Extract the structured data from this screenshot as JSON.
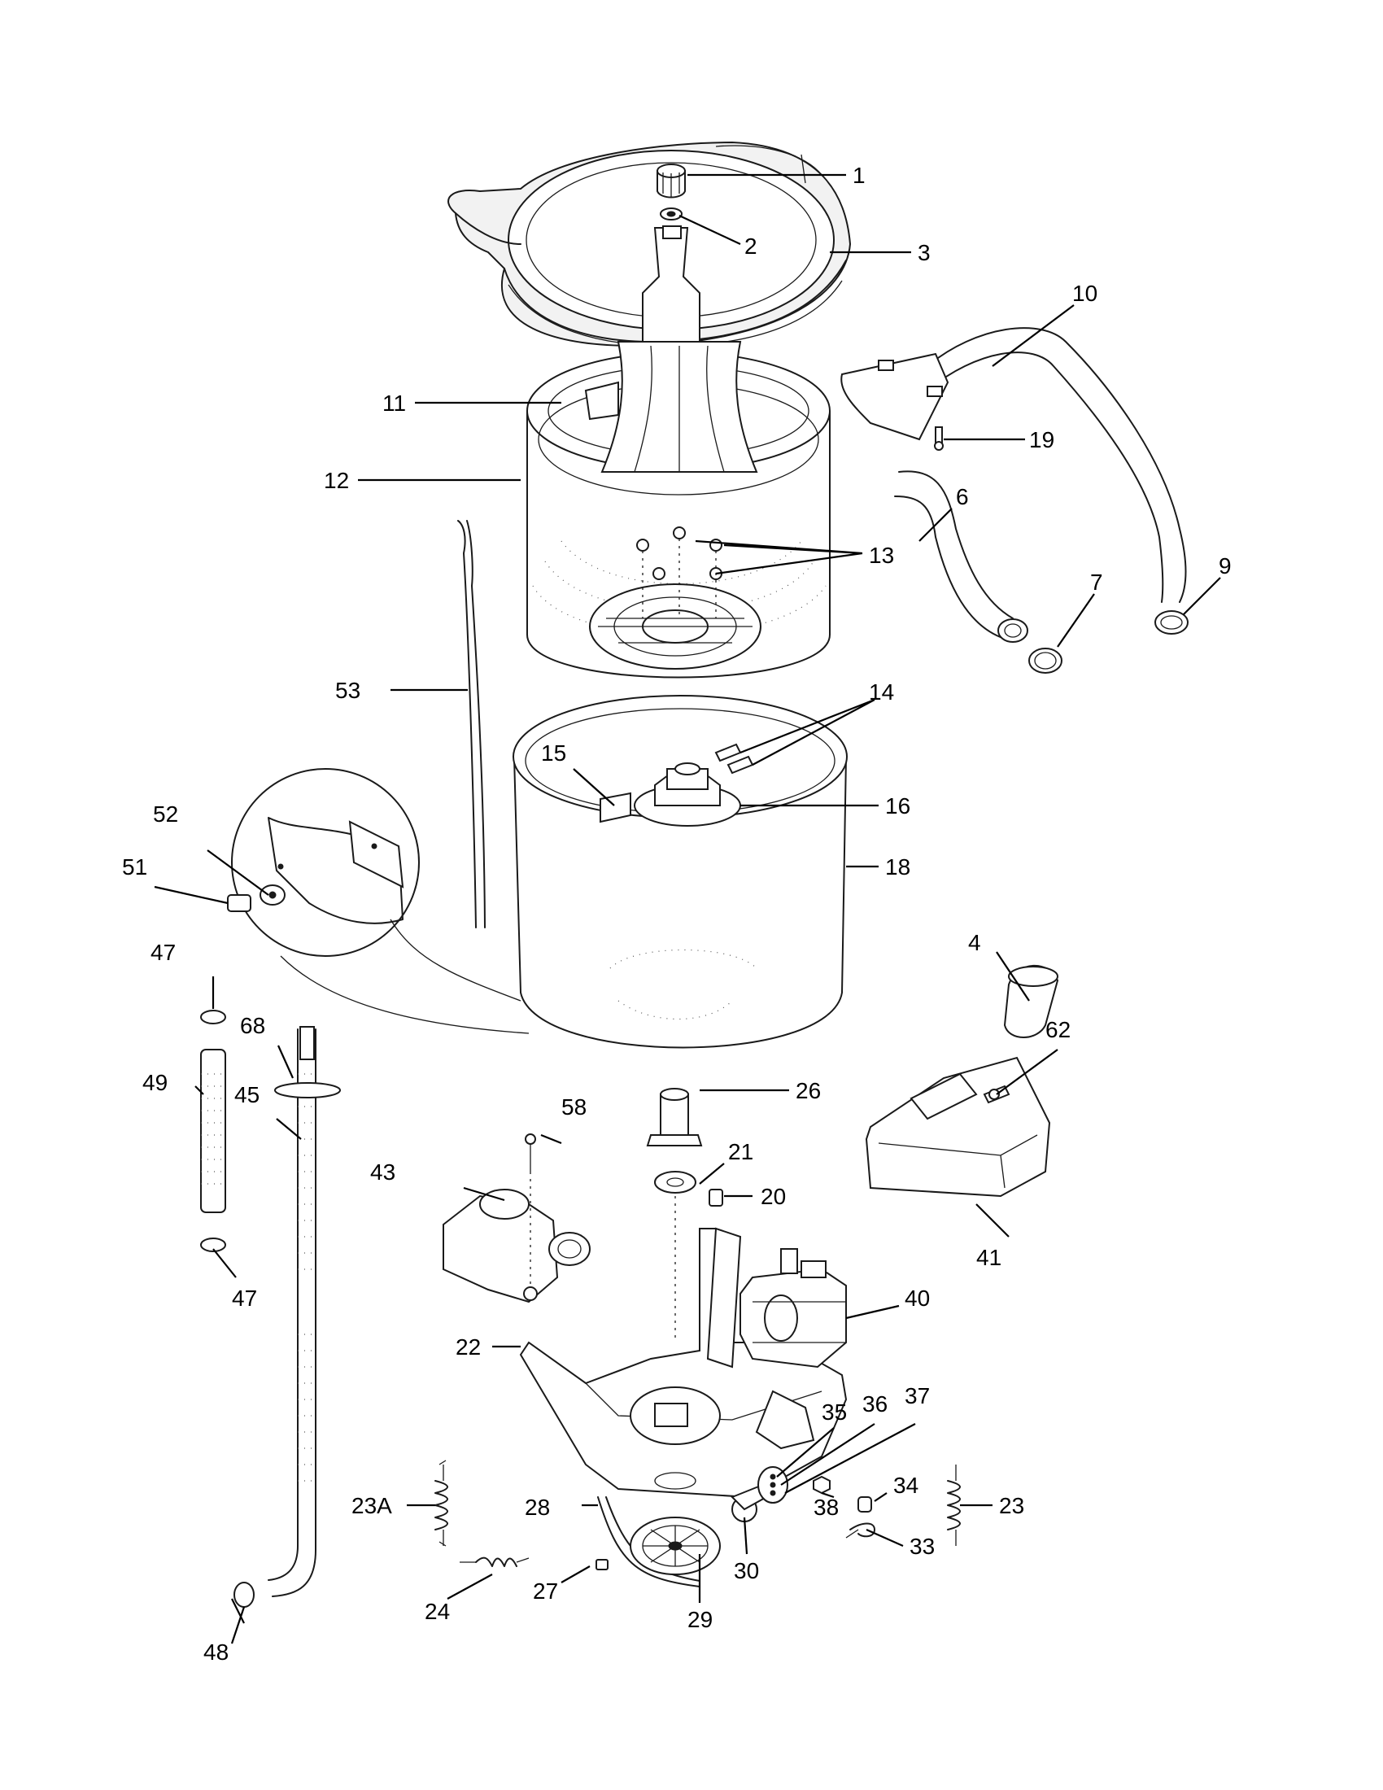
{
  "callouts": [
    {
      "id": "1",
      "label": "1"
    },
    {
      "id": "2",
      "label": "2"
    },
    {
      "id": "3",
      "label": "3"
    },
    {
      "id": "4",
      "label": "4"
    },
    {
      "id": "6",
      "label": "6"
    },
    {
      "id": "7",
      "label": "7"
    },
    {
      "id": "9",
      "label": "9"
    },
    {
      "id": "10",
      "label": "10"
    },
    {
      "id": "11",
      "label": "11"
    },
    {
      "id": "12",
      "label": "12"
    },
    {
      "id": "13",
      "label": "13"
    },
    {
      "id": "14",
      "label": "14"
    },
    {
      "id": "15",
      "label": "15"
    },
    {
      "id": "16",
      "label": "16"
    },
    {
      "id": "18",
      "label": "18"
    },
    {
      "id": "19",
      "label": "19"
    },
    {
      "id": "20",
      "label": "20"
    },
    {
      "id": "21",
      "label": "21"
    },
    {
      "id": "22",
      "label": "22"
    },
    {
      "id": "23",
      "label": "23"
    },
    {
      "id": "23A",
      "label": "23A"
    },
    {
      "id": "24",
      "label": "24"
    },
    {
      "id": "26",
      "label": "26"
    },
    {
      "id": "27",
      "label": "27"
    },
    {
      "id": "28",
      "label": "28"
    },
    {
      "id": "29",
      "label": "29"
    },
    {
      "id": "30",
      "label": "30"
    },
    {
      "id": "33",
      "label": "33"
    },
    {
      "id": "34",
      "label": "34"
    },
    {
      "id": "35",
      "label": "35"
    },
    {
      "id": "36",
      "label": "36"
    },
    {
      "id": "37",
      "label": "37"
    },
    {
      "id": "38",
      "label": "38"
    },
    {
      "id": "40",
      "label": "40"
    },
    {
      "id": "41",
      "label": "41"
    },
    {
      "id": "43",
      "label": "43"
    },
    {
      "id": "45",
      "label": "45"
    },
    {
      "id": "47a",
      "label": "47"
    },
    {
      "id": "47b",
      "label": "47"
    },
    {
      "id": "48",
      "label": "48"
    },
    {
      "id": "49",
      "label": "49"
    },
    {
      "id": "51",
      "label": "51"
    },
    {
      "id": "52",
      "label": "52"
    },
    {
      "id": "53",
      "label": "53"
    },
    {
      "id": "58",
      "label": "58"
    },
    {
      "id": "62",
      "label": "62"
    },
    {
      "id": "68",
      "label": "68"
    }
  ]
}
